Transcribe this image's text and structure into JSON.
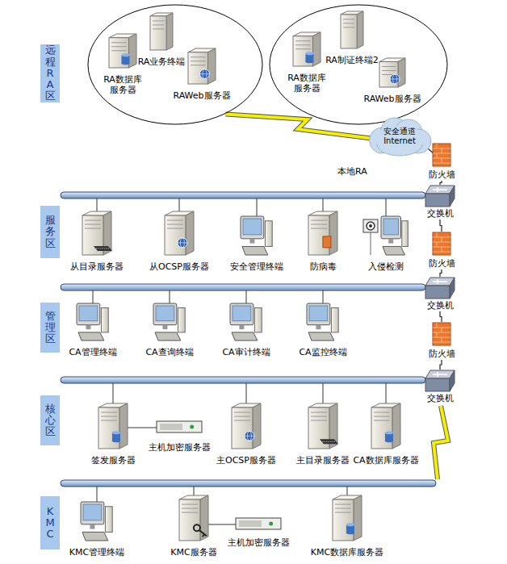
{
  "diagram": {
    "nodes": [
      {
        "text": [
          "远程RA区"
        ]
      },
      {
        "text": []
      },
      {
        "text": [
          "RA数据库 服务器"
        ],
        "in": 1
      },
      {
        "text": [
          "RA业务终端"
        ],
        "in": 1
      },
      {
        "text": [
          "RAWeb服务器"
        ],
        "in": 1
      },
      {
        "text": []
      },
      {
        "text": [
          "RA数据库 服务器"
        ],
        "in": 5
      },
      {
        "text": [
          "RA制证终端2"
        ],
        "in": 5
      },
      {
        "text": [
          "RAWeb服务器"
        ],
        "in": 5
      },
      {
        "text": [
          "安全通道",
          "Internet"
        ]
      },
      {
        "text": [
          "防火墙"
        ]
      },
      {
        "text": [
          "服务区"
        ]
      },
      {
        "text": [
          "交换机"
        ]
      },
      {
        "text": [
          "从目录服务器"
        ]
      },
      {
        "text": [
          "从OCSP服务器"
        ]
      },
      {
        "text": [
          "安全管理终端"
        ]
      },
      {
        "text": [
          "防病毒"
        ]
      },
      {
        "text": [
          "入侵检测"
        ]
      },
      {
        "text": [
          "防火墙"
        ]
      },
      {
        "text": [
          "交换机"
        ]
      },
      {
        "text": [
          "管理区"
        ]
      },
      {
        "text": [
          "CA管理终端"
        ]
      },
      {
        "text": [
          "CA查询终端"
        ]
      },
      {
        "text": [
          "CA审计终端"
        ]
      },
      {
        "text": [
          "CA监控终端"
        ]
      },
      {
        "text": [
          "防火墙"
        ]
      },
      {
        "text": [
          "交换机"
        ]
      },
      {
        "text": [
          "核心区"
        ]
      },
      {
        "text": [
          "签发服务器"
        ]
      },
      {
        "text": [
          "主机加密服务器"
        ]
      },
      {
        "text": [
          "主OCSP服务器"
        ]
      },
      {
        "text": [
          "主目录服务器"
        ]
      },
      {
        "text": [
          "CA数据库服务器"
        ]
      },
      {
        "text": [
          "KMC"
        ]
      },
      {
        "text": [
          "KMC管理终端"
        ]
      },
      {
        "text": [
          "KMC服务器"
        ]
      },
      {
        "text": [
          "主机加密服务器"
        ]
      },
      {
        "text": [
          "KMC数据库服务器"
        ]
      }
    ],
    "edges": [
      {
        "from": 1,
        "to": 9,
        "arrow": "none"
      },
      {
        "from": 9,
        "to": 10,
        "arrow": "none"
      },
      {
        "from": 10,
        "to": 12,
        "arrow": "none"
      },
      {
        "from": 12,
        "to": 18,
        "arrow": "none"
      },
      {
        "from": 18,
        "to": 19,
        "arrow": "none"
      },
      {
        "from": 19,
        "to": 25,
        "arrow": "none"
      },
      {
        "from": 25,
        "to": 26,
        "arrow": "none"
      }
    ],
    "labels": [
      "本地RA"
    ]
  }
}
